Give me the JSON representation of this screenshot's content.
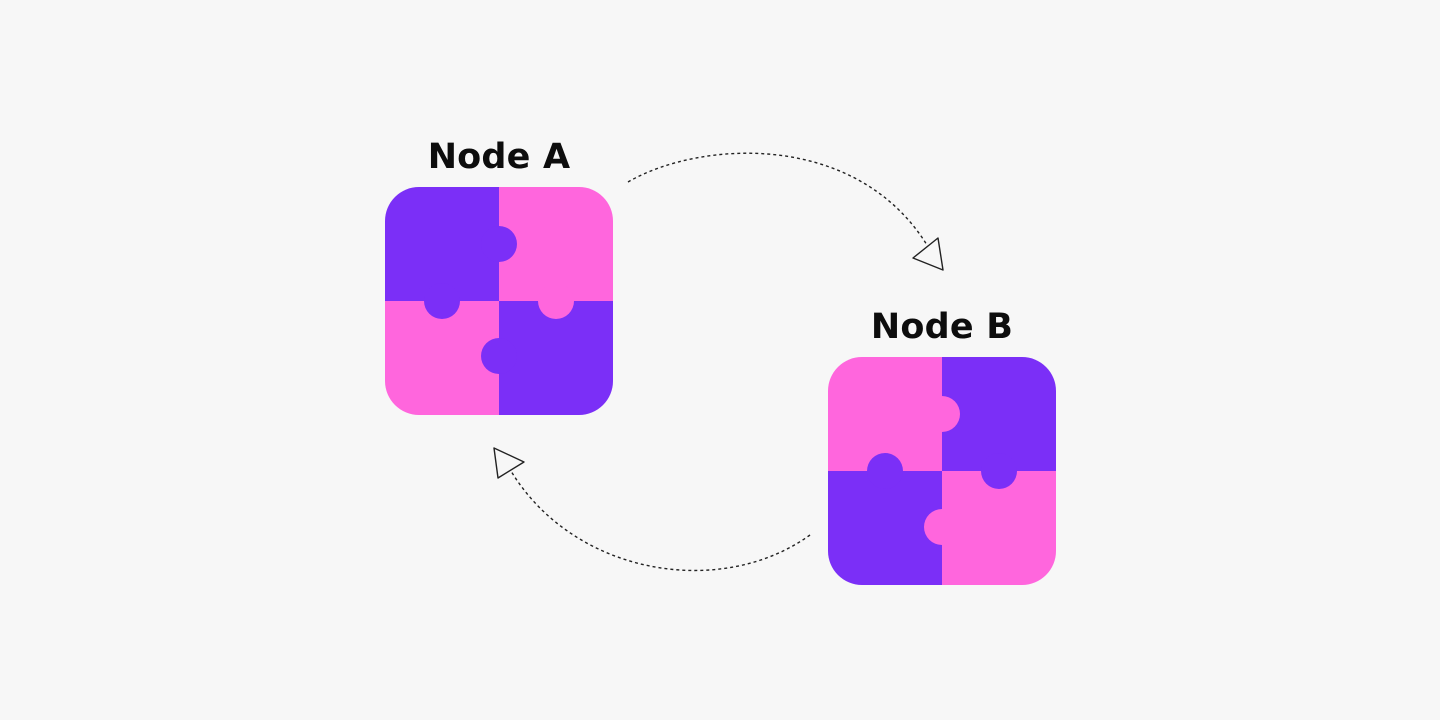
{
  "nodes": [
    {
      "id": "a",
      "label": "Node A",
      "tile_colors": [
        "#7b2ff7",
        "#ff66dd",
        "#ff66dd",
        "#7b2ff7"
      ]
    },
    {
      "id": "b",
      "label": "Node B",
      "tile_colors": [
        "#ff66dd",
        "#7b2ff7",
        "#7b2ff7",
        "#ff66dd"
      ]
    }
  ],
  "connections": [
    {
      "from": "a",
      "to": "b",
      "style": "dashed"
    },
    {
      "from": "b",
      "to": "a",
      "style": "dashed"
    }
  ],
  "colors": {
    "background": "#f7f7f7",
    "purple": "#7b2ff7",
    "pink": "#ff66dd",
    "label": "#0d0d0d",
    "connector": "#222222"
  }
}
